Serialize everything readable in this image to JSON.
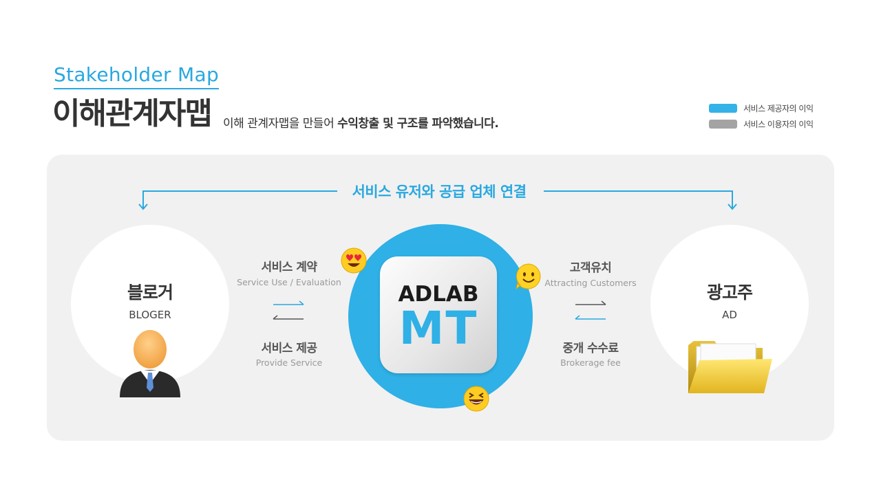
{
  "header": {
    "kicker": "Stakeholder Map",
    "title": "이해관계자맵",
    "subtitle_normal": "이해 관계자맵을 만들어 ",
    "subtitle_bold": "수익창출 및 구조를 파악했습니다."
  },
  "legend": [
    {
      "label": "서비스 제공자의 이익",
      "color": "#35b2e8"
    },
    {
      "label": "서비스 이용자의 이익",
      "color": "#a3a3a3"
    }
  ],
  "connection": {
    "label": "서비스 유저와 공급 업체 연결"
  },
  "left_party": {
    "title": "블로거",
    "subtitle": "BLOGER",
    "icon": "businessman-icon"
  },
  "right_party": {
    "title": "광고주",
    "subtitle": "AD",
    "icon": "folder-icon"
  },
  "center": {
    "logo_line1": "ADLAB",
    "logo_line2": "MT"
  },
  "left_flows": {
    "top_ko": "서비스 계약",
    "top_en": "Service Use / Evaluation",
    "bottom_ko": "서비스 제공",
    "bottom_en": "Provide Service"
  },
  "right_flows": {
    "top_ko": "고객유치",
    "top_en": "Attracting Customers",
    "bottom_ko": "중개 수수료",
    "bottom_en": "Brokerage fee"
  },
  "emojis": [
    "heart-eyes-emoji-icon",
    "smile-emoji-icon",
    "laughing-emoji-icon"
  ],
  "colors": {
    "accent": "#29a8e0",
    "panel": "#f1f1f1",
    "provider": "#35b2e8",
    "user": "#a3a3a3"
  }
}
